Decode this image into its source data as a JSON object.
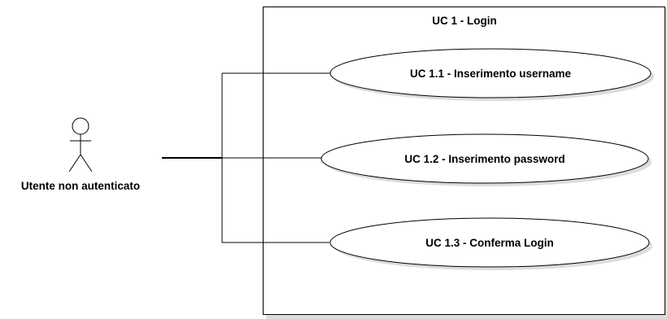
{
  "actor": {
    "label": "Utente non autenticato",
    "icon": "stick-figure-actor"
  },
  "system": {
    "title": "UC 1 - Login"
  },
  "use_cases": [
    {
      "label": "UC 1.1 - Inserimento username"
    },
    {
      "label": "UC 1.2 - Inserimento password"
    },
    {
      "label": "UC 1.3 - Conferma Login"
    }
  ],
  "colors": {
    "stroke": "#000000",
    "fill": "#ffffff",
    "shadow": "#d9d9d9"
  }
}
